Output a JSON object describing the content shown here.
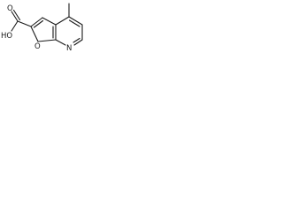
{
  "molecule": {
    "atoms": {
      "carbonyl_o": "O",
      "hydroxyl": "HO",
      "ring_o": "O",
      "ring_n": "N"
    }
  }
}
